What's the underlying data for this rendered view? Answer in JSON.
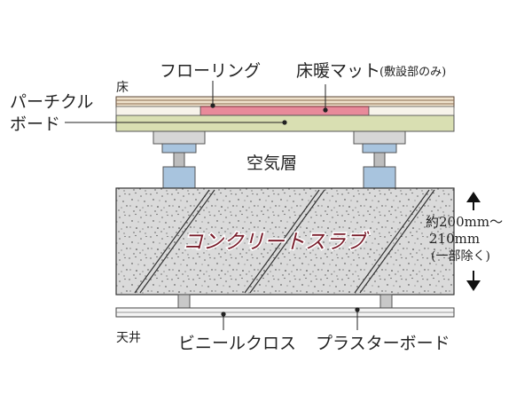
{
  "labels": {
    "floor": "床",
    "flooring": "フローリング",
    "heating_mat": "床暖マット",
    "heating_mat_note": "(敷設部のみ)",
    "particle_board_line1": "パーチクル",
    "particle_board_line2": "ボード",
    "air_layer": "空気層",
    "slab": "コンクリートスラブ",
    "thickness_line1": "約200mm～",
    "thickness_line2": "210mm",
    "thickness_line3": "(一部除く)",
    "ceiling": "天井",
    "vinyl_cloth": "ビニールクロス",
    "plaster_board": "プラスターボード"
  },
  "colors": {
    "flooring": "#8a6a4e",
    "heating_mat": "#e88a9a",
    "particle_board": "#d9dfb2",
    "slab": "#d9d9d9",
    "slab_text": "#7a1e2c",
    "support_foot": "#a8c4de",
    "arrow": "#111111"
  }
}
